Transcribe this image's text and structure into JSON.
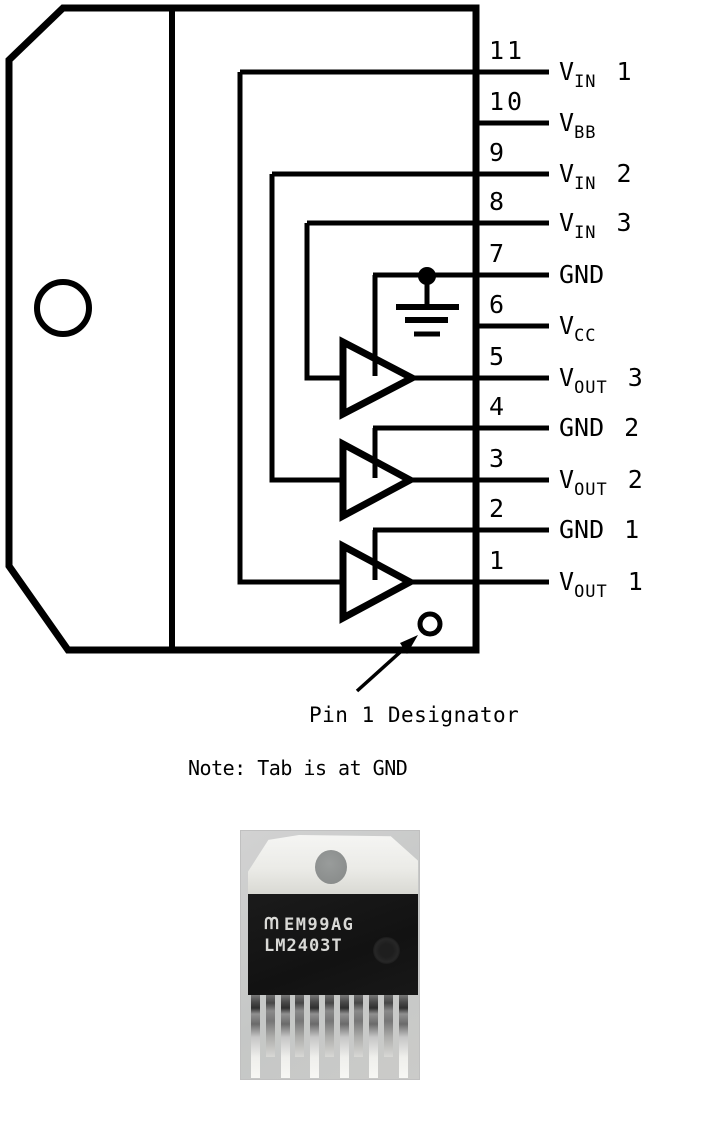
{
  "pins": [
    {
      "number": "11",
      "label": {
        "main": "V",
        "sub": "IN",
        "suffix": "1"
      }
    },
    {
      "number": "10",
      "label": {
        "main": "V",
        "sub": "BB",
        "suffix": ""
      }
    },
    {
      "number": "9",
      "label": {
        "main": "V",
        "sub": "IN",
        "suffix": "2"
      }
    },
    {
      "number": "8",
      "label": {
        "main": "V",
        "sub": "IN",
        "suffix": "3"
      }
    },
    {
      "number": "7",
      "label": {
        "main": "GND",
        "sub": "",
        "suffix": ""
      }
    },
    {
      "number": "6",
      "label": {
        "main": "V",
        "sub": "CC",
        "suffix": ""
      }
    },
    {
      "number": "5",
      "label": {
        "main": "V",
        "sub": "OUT",
        "suffix": "3"
      }
    },
    {
      "number": "4",
      "label": {
        "main": "GND",
        "sub": "",
        "suffix": "2"
      }
    },
    {
      "number": "3",
      "label": {
        "main": "V",
        "sub": "OUT",
        "suffix": "2"
      }
    },
    {
      "number": "2",
      "label": {
        "main": "GND",
        "sub": "",
        "suffix": "1"
      }
    },
    {
      "number": "1",
      "label": {
        "main": "V",
        "sub": "OUT",
        "suffix": "1"
      }
    }
  ],
  "annotations": {
    "pin1_designator": "Pin 1 Designator",
    "note": "Note: Tab is at GND"
  },
  "chip_photo": {
    "marking_line1": "EM99AG",
    "marking_line2": "LM2403T",
    "logo": "national-semiconductor-logo",
    "lead_count": 11
  },
  "colors": {
    "line": "#000000",
    "background": "#ffffff",
    "photo_background": "#c8c8c8",
    "chip_body": "#161616"
  }
}
